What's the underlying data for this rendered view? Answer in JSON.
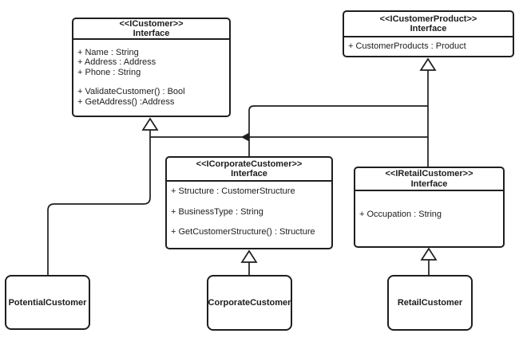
{
  "diagram": {
    "kind": "uml-class-diagram",
    "colors": {
      "line": "#1f1f1f",
      "background": "#ffffff",
      "text": "#1c1c1c"
    }
  },
  "nodes": {
    "icustomer": {
      "stereotype": "<<ICustomer>>",
      "classifier": "Interface",
      "attributes": [
        "+ Name : String",
        "+ Address : Address",
        "+ Phone : String"
      ],
      "operations": [
        "+ ValidateCustomer() : Bool",
        "+ GetAddress() :Address"
      ]
    },
    "icustomerproduct": {
      "stereotype": "<<ICustomerProduct>>",
      "classifier": "Interface",
      "attributes": [
        "+ CustomerProducts : Product"
      ]
    },
    "icorporatecustomer": {
      "stereotype": "<<ICorporateCustomer>>",
      "classifier": "Interface",
      "attributes": [
        "+ Structure : CustomerStructure",
        "+ BusinessType : String",
        "+ GetCustomerStructure() : Structure"
      ]
    },
    "iretailcustomer": {
      "stereotype": "<<IRetailCustomer>>",
      "classifier": "Interface",
      "attributes": [
        "+ Occupation : String"
      ]
    },
    "potentialcustomer": {
      "name": "PotentialCustomer"
    },
    "corporatecustomer": {
      "name": "CorporateCustomer"
    },
    "retailcustomer": {
      "name": "RetailCustomer"
    }
  },
  "relationships": [
    {
      "from": "PotentialCustomer",
      "to": "ICustomer",
      "type": "generalization"
    },
    {
      "from": "ICorporateCustomer",
      "to": "ICustomer",
      "type": "generalization"
    },
    {
      "from": "IRetailCustomer",
      "to": "ICustomer",
      "type": "generalization"
    },
    {
      "from": "ICorporateCustomer",
      "to": "ICustomerProduct",
      "type": "generalization"
    },
    {
      "from": "IRetailCustomer",
      "to": "ICustomerProduct",
      "type": "generalization"
    },
    {
      "from": "CorporateCustomer",
      "to": "ICorporateCustomer",
      "type": "generalization"
    },
    {
      "from": "RetailCustomer",
      "to": "IRetailCustomer",
      "type": "generalization"
    }
  ]
}
